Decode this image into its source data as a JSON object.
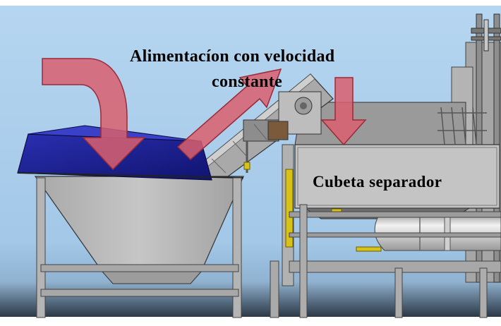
{
  "labels": {
    "feed_line1": "Alimentacíon con velocidad",
    "feed_line2": "constante",
    "tank": "Cubeta separador"
  },
  "colors": {
    "background_sky": "#a9cdec",
    "floor_shadow": "#1e2a36",
    "machine_gray": "#b8b8b8",
    "machine_dark": "#5a5a5a",
    "hopper_blue": "#1c1f8f",
    "arrow_fill": "#d9606e",
    "arrow_stroke": "#9a2a38",
    "accent_yellow": "#d8c21a"
  },
  "icons": {
    "flow_arrows": [
      "curved-arrow-icon",
      "diagonal-arrow-icon",
      "down-arrow-icon"
    ]
  }
}
